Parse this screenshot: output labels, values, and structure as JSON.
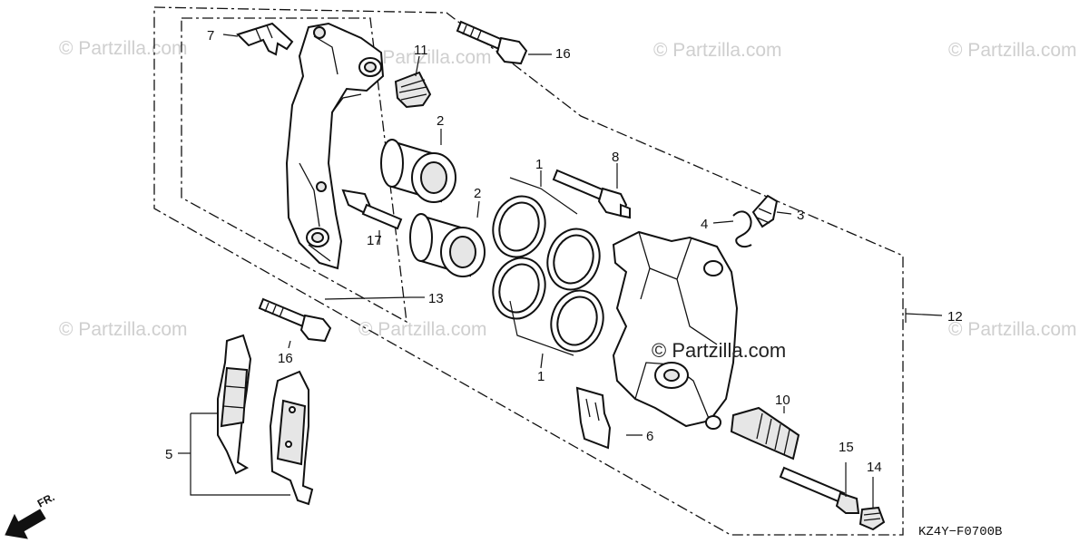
{
  "watermarks": {
    "tile_text": "© Partzilla.com",
    "center_text": "© Partzilla.com"
  },
  "diagram_code": "KZ4Y−F0700B",
  "direction_label": "FR.",
  "callouts": {
    "c1a": "1",
    "c1b": "1",
    "c2a": "2",
    "c2b": "2",
    "c3": "3",
    "c4": "4",
    "c5": "5",
    "c6": "6",
    "c7": "7",
    "c8": "8",
    "c10": "10",
    "c11": "11",
    "c12": "12",
    "c13": "13",
    "c14": "14",
    "c15": "15",
    "c16a": "16",
    "c16b": "16",
    "c17": "17"
  },
  "colors": {
    "line": "#111111",
    "watermark": "#cfcfcf",
    "background": "#ffffff"
  }
}
